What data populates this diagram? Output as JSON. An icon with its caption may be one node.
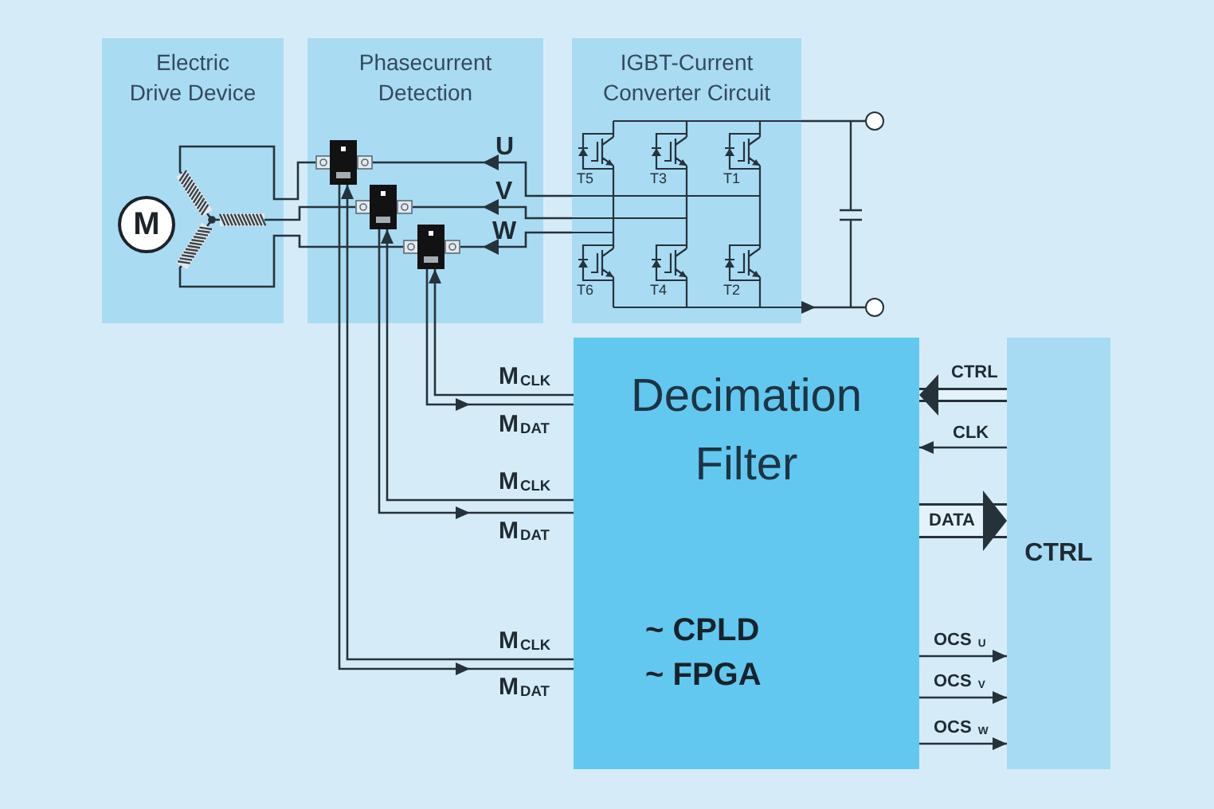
{
  "diagram": {
    "nodes": [
      {
        "text": [
          "Electric Drive Device"
        ]
      },
      {
        "text": [
          "M"
        ],
        "in": 0
      },
      {
        "text": [],
        "shape": "picture",
        "in": 0
      },
      {
        "text": [
          "Phasecurrent Detection"
        ]
      },
      {
        "text": [],
        "shape": "box",
        "in": 3
      },
      {
        "text": [],
        "shape": "box",
        "in": 3
      },
      {
        "text": [],
        "shape": "box",
        "in": 3
      },
      {
        "text": [
          "IGBT-Current Converter Circuit"
        ]
      },
      {
        "text": [],
        "shape": "circle"
      },
      {
        "text": [],
        "shape": "circle"
      },
      {
        "text": [
          "Decimation Filter",
          "~ CPLD",
          "~ FPGA"
        ]
      },
      {
        "text": [
          "CTRL"
        ]
      }
    ],
    "edges": [
      {
        "from": 2,
        "to": 4,
        "arrow": "none"
      },
      {
        "from": 2,
        "to": 5,
        "arrow": "none"
      },
      {
        "from": 2,
        "to": 6,
        "arrow": "none"
      },
      {
        "from": 7,
        "to": 4,
        "arrow": "to",
        "label": "U"
      },
      {
        "from": 7,
        "to": 5,
        "arrow": "to",
        "label": "V"
      },
      {
        "from": 7,
        "to": 6,
        "arrow": "to",
        "label": "W"
      },
      {
        "from": 7,
        "to": 8,
        "arrow": "none"
      },
      {
        "from": 7,
        "to": 9,
        "arrow": "to"
      },
      {
        "from": 10,
        "to": 6,
        "arrow": "to",
        "label": "M$_{CLK}$"
      },
      {
        "from": 6,
        "to": 10,
        "arrow": "to",
        "label": "M$_{DAT}$"
      },
      {
        "from": 10,
        "to": 5,
        "arrow": "to",
        "label": "M$_{CLK}$"
      },
      {
        "from": 5,
        "to": 10,
        "arrow": "to",
        "label": "M$_{DAT}$"
      },
      {
        "from": 10,
        "to": 4,
        "arrow": "to",
        "label": "M$_{CLK}$"
      },
      {
        "from": 4,
        "to": 10,
        "arrow": "to",
        "label": "M$_{DAT}$"
      },
      {
        "from": 11,
        "to": 10,
        "arrow": "to",
        "label": "CTRL",
        "style": "thick"
      },
      {
        "from": 11,
        "to": 10,
        "arrow": "to",
        "label": "CLK"
      },
      {
        "from": 10,
        "to": 11,
        "arrow": "to",
        "label": "DATA",
        "style": "thick"
      },
      {
        "from": 10,
        "to": 11,
        "arrow": "to",
        "label": "OCS $_{U}$"
      },
      {
        "from": 10,
        "to": 11,
        "arrow": "to",
        "label": "OCS $_{V}$"
      },
      {
        "from": 10,
        "to": 11,
        "arrow": "to",
        "label": "OCS $_{W}$"
      }
    ],
    "labels": [
      "T5",
      "T3",
      "T1",
      "T6",
      "T4",
      "T2"
    ]
  }
}
